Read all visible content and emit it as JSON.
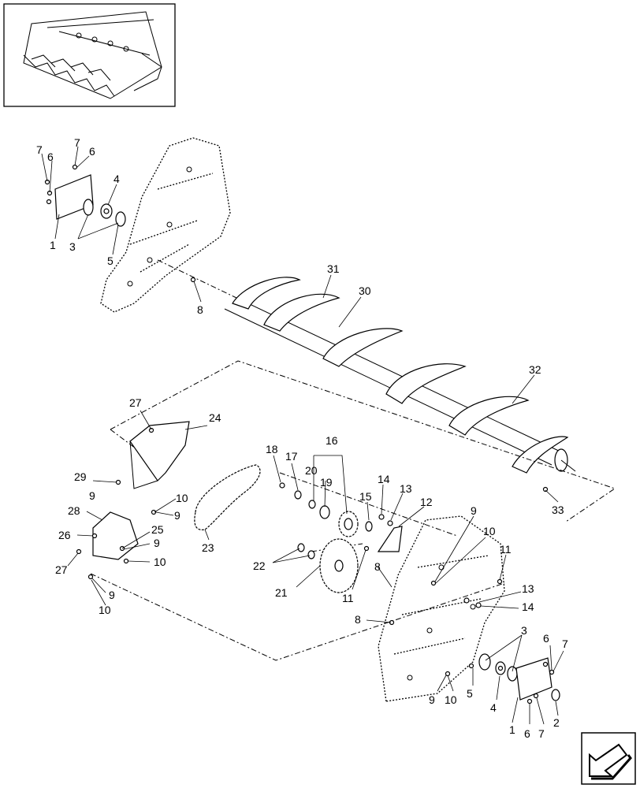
{
  "callouts": [
    {
      "id": "c7a",
      "text": "7"
    },
    {
      "id": "c6a",
      "text": "6"
    },
    {
      "id": "c7b",
      "text": "7"
    },
    {
      "id": "c6b",
      "text": "6"
    },
    {
      "id": "c4a",
      "text": "4"
    },
    {
      "id": "c1a",
      "text": "1"
    },
    {
      "id": "c3a",
      "text": "3"
    },
    {
      "id": "c5a",
      "text": "5"
    },
    {
      "id": "c8a",
      "text": "8"
    },
    {
      "id": "c31",
      "text": "31"
    },
    {
      "id": "c30",
      "text": "30"
    },
    {
      "id": "c32",
      "text": "32"
    },
    {
      "id": "c33",
      "text": "33"
    },
    {
      "id": "c27a",
      "text": "27"
    },
    {
      "id": "c24",
      "text": "24"
    },
    {
      "id": "c18",
      "text": "18"
    },
    {
      "id": "c17",
      "text": "17"
    },
    {
      "id": "c16",
      "text": "16"
    },
    {
      "id": "c20",
      "text": "20"
    },
    {
      "id": "c19",
      "text": "19"
    },
    {
      "id": "c29",
      "text": "29"
    },
    {
      "id": "c9a",
      "text": "9"
    },
    {
      "id": "c10a",
      "text": "10"
    },
    {
      "id": "c9b",
      "text": "9"
    },
    {
      "id": "c28",
      "text": "28"
    },
    {
      "id": "c26",
      "text": "26"
    },
    {
      "id": "c25",
      "text": "25"
    },
    {
      "id": "c9c",
      "text": "9"
    },
    {
      "id": "c27b",
      "text": "27"
    },
    {
      "id": "c10b",
      "text": "10"
    },
    {
      "id": "c9d",
      "text": "9"
    },
    {
      "id": "c10c",
      "text": "10"
    },
    {
      "id": "c23",
      "text": "23"
    },
    {
      "id": "c14a",
      "text": "14"
    },
    {
      "id": "c13a",
      "text": "13"
    },
    {
      "id": "c15",
      "text": "15"
    },
    {
      "id": "c12",
      "text": "12"
    },
    {
      "id": "c9e",
      "text": "9"
    },
    {
      "id": "c10d",
      "text": "10"
    },
    {
      "id": "c22",
      "text": "22"
    },
    {
      "id": "c8b",
      "text": "8"
    },
    {
      "id": "c21",
      "text": "21"
    },
    {
      "id": "c11a",
      "text": "11"
    },
    {
      "id": "c11b",
      "text": "11"
    },
    {
      "id": "c13b",
      "text": "13"
    },
    {
      "id": "c14b",
      "text": "14"
    },
    {
      "id": "c8c",
      "text": "8"
    },
    {
      "id": "c3b",
      "text": "3"
    },
    {
      "id": "c6c",
      "text": "6"
    },
    {
      "id": "c7c",
      "text": "7"
    },
    {
      "id": "c9f",
      "text": "9"
    },
    {
      "id": "c10e",
      "text": "10"
    },
    {
      "id": "c5b",
      "text": "5"
    },
    {
      "id": "c4b",
      "text": "4"
    },
    {
      "id": "c2",
      "text": "2"
    },
    {
      "id": "c1b",
      "text": "1"
    },
    {
      "id": "c6d",
      "text": "6"
    },
    {
      "id": "c7d",
      "text": "7"
    }
  ],
  "icons": {
    "thumbnail": "header-thumbnail-icon",
    "navigation": "page-navigation-arrow-icon"
  }
}
